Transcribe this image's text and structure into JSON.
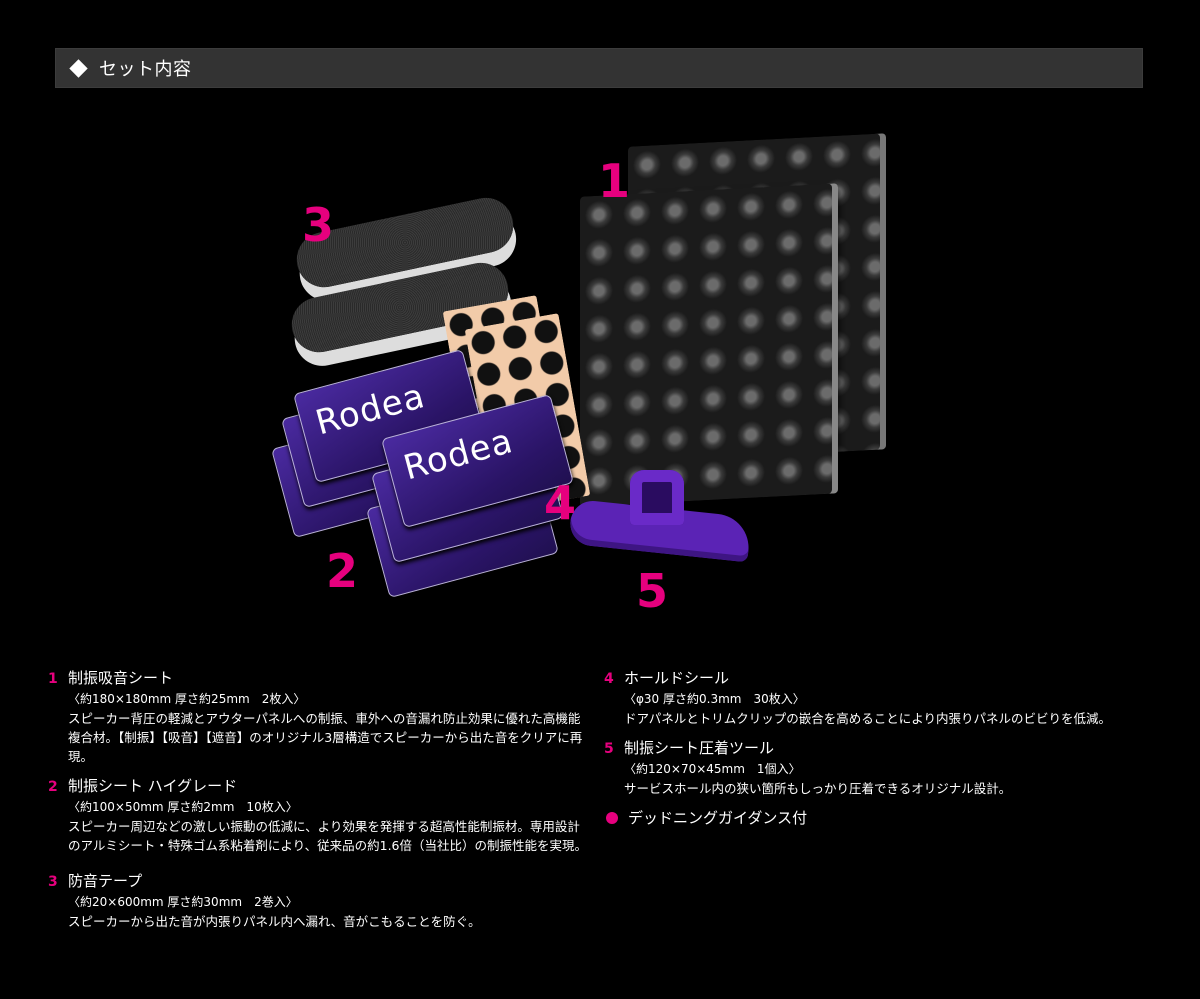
{
  "header": {
    "icon": "diamond-icon",
    "title": "セット内容"
  },
  "photo": {
    "callouts": [
      "1",
      "2",
      "3",
      "4",
      "5"
    ],
    "plate_brand": "Rodea",
    "accent_color": "#e6007e"
  },
  "items": [
    {
      "num": "1",
      "name": "制振吸音シート",
      "spec": "〈約180×180mm 厚さ約25mm　2枚入〉",
      "body": "スピーカー背圧の軽減とアウターパネルへの制振、車外への音漏れ防止効果に優れた高機能複合材。【制振】【吸音】【遮音】のオリジナル3層構造でスピーカーから出た音をクリアに再現。"
    },
    {
      "num": "2",
      "name": "制振シート ハイグレード",
      "spec": "〈約100×50mm 厚さ約2mm　10枚入〉",
      "body": "スピーカー周辺などの激しい振動の低減に、より効果を発揮する超高性能制振材。専用設計のアルミシート・特殊ゴム系粘着剤により、従来品の約1.6倍（当社比）の制振性能を実現。"
    },
    {
      "num": "3",
      "name": "防音テープ",
      "spec": "〈約20×600mm 厚さ約30mm　2巻入〉",
      "body": "スピーカーから出た音が内張りパネル内へ漏れ、音がこもることを防ぐ。"
    },
    {
      "num": "4",
      "name": "ホールドシール",
      "spec": "〈φ30 厚さ約0.3mm　30枚入〉",
      "body": "ドアパネルとトリムクリップの嵌合を高めることにより内張りパネルのビビりを低減。"
    },
    {
      "num": "5",
      "name": "制振シート圧着ツール",
      "spec": "〈約120×70×45mm　1個入〉",
      "body": "サービスホール内の狭い箇所もしっかり圧着できるオリジナル設計。"
    }
  ],
  "extra": {
    "icon": "bullet-dot-icon",
    "label": "デッドニングガイダンス付"
  }
}
